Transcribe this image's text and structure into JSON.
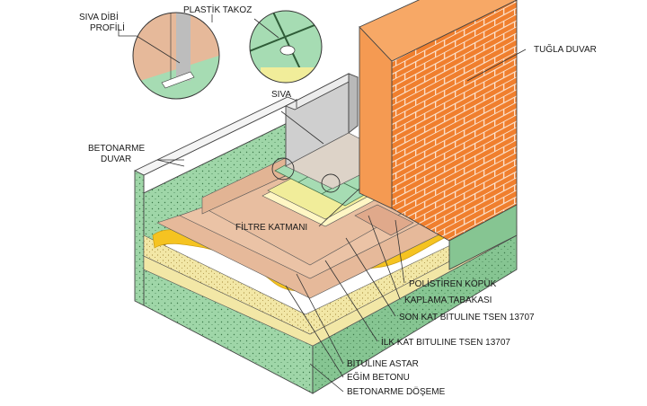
{
  "labels": {
    "siva_dibi_l1": "SIVA DİBİ",
    "siva_dibi_l2": "PROFİLİ",
    "plastik_takoz": "PLASTİK TAKOZ",
    "tugla_duvar": "TUĞLA DUVAR",
    "siva": "SIVA",
    "betonarme_duvar_l1": "BETONARME",
    "betonarme_duvar_l2": "DUVAR",
    "filtre_katmani": "FİLTRE KATMANI",
    "polistiren_kopuk": "POLİSTİREN KÖPÜK",
    "kaplama_tabakasi": "KAPLAMA TABAKASI",
    "son_kat_bituline": "SON KAT BITULINE   TSEN 13707",
    "ilk_kat_bituline": "İLK KAT BITULINE   TSEN 13707",
    "bituline_astar": "BITULINE ASTAR",
    "egim_betonu": "EĞİM BETONU",
    "betonarme_doseme": "BETONARME DÖŞEME"
  },
  "colors": {
    "concrete": "#9fd6a8",
    "concrete_dark": "#7fbf8a",
    "sand": "#f2e7a6",
    "bitumen_yellow": "#f5c321",
    "membrane": "#e6b99a",
    "membrane_dark": "#d8a486",
    "brick": "#f07f2e",
    "brick_mortar": "#fbe3cf",
    "tile": "#a6dcb3",
    "plaster": "#cfcfcf",
    "filter": "#f1ed9a"
  }
}
